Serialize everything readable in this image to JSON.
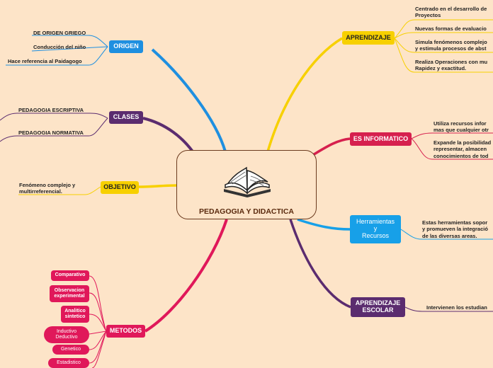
{
  "center": {
    "title": "PEDAGOGIA Y DIDACTICA",
    "icon": "open-book-icon"
  },
  "colors": {
    "blue": "#1e8fe0",
    "purple": "#5b2c6f",
    "yellow": "#f7d000",
    "pink": "#e0185a",
    "red": "#d6204e",
    "cyan": "#17a0e8"
  },
  "nodes": {
    "origen": "ORIGEN",
    "clases": "CLASES",
    "objetivo": "OBJETIVO",
    "metodos": "METODOS",
    "aprendizaje": "APRENDIZAJE",
    "es_informatico": "ES INFORMATICO",
    "herramientas": "Herramientas\ny\nRecursos",
    "aprendizaje_escolar": "APRENDIZAJE\nESCOLAR"
  },
  "origen_items": [
    "DE ORIGEN GRIEGO",
    "Conducción del niño",
    "Hace referencia al Paidagogo"
  ],
  "clases_items": [
    "PEDAGOGIA ESCRIPTIVA",
    "PEDAGOGIA NORMATIVA"
  ],
  "objetivo_text": "Fenómeno complejo y\nmultirreferencial.",
  "metodos_items": [
    "Comparativo",
    "Observacion\nexperimental",
    "Analitico\nsintetico",
    "Inductivo\nDeductivo",
    "Genetico",
    "Estadistico"
  ],
  "aprendizaje_items": [
    "Centrado en el desarrollo de\nProyectos",
    "Nuevas formas de evaluacio",
    "Simula fenómenos complejo\ny estimula procesos de abst",
    "Realiza Operaciones con mu\nRapidez y exactitud."
  ],
  "informatico_items": [
    "Utiliza recursos infor\nmas que cualquier otr",
    "Expande la posibilidad\nrepresentar, almacen\nconocimientos de tod"
  ],
  "herramientas_text": "Estas herramientas sopor\ny promueven la integració\nde las diversas areas.",
  "escolar_text": "Intervienen los estudian"
}
